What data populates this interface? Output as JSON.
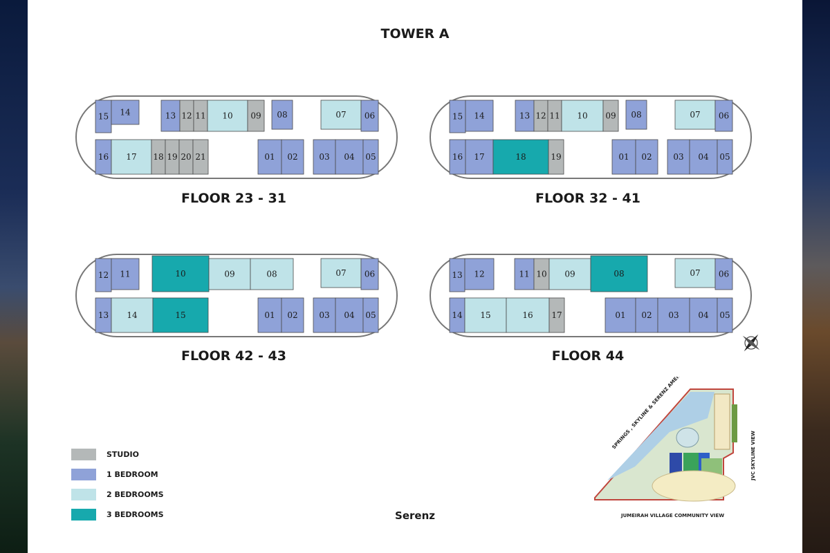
{
  "tower_title": "TOWER A",
  "colors": {
    "studio": "#b4b8b8",
    "one_bedroom": "#8fa2d8",
    "two_bedrooms": "#bfe3e8",
    "three_bedrooms": "#17a9ad"
  },
  "floors": [
    {
      "label": "FLOOR 23 - 31",
      "units": [
        {
          "n": "15",
          "t": "1br"
        },
        {
          "n": "14",
          "t": "1br"
        },
        {
          "n": "13",
          "t": "1br"
        },
        {
          "n": "12",
          "t": "studio"
        },
        {
          "n": "11",
          "t": "studio"
        },
        {
          "n": "10",
          "t": "2br"
        },
        {
          "n": "09",
          "t": "studio"
        },
        {
          "n": "08",
          "t": "1br"
        },
        {
          "n": "07",
          "t": "2br"
        },
        {
          "n": "06",
          "t": "1br"
        },
        {
          "n": "16",
          "t": "1br"
        },
        {
          "n": "17",
          "t": "2br"
        },
        {
          "n": "18",
          "t": "studio"
        },
        {
          "n": "19",
          "t": "studio"
        },
        {
          "n": "20",
          "t": "studio"
        },
        {
          "n": "21",
          "t": "studio"
        },
        {
          "n": "01",
          "t": "1br"
        },
        {
          "n": "02",
          "t": "1br"
        },
        {
          "n": "03",
          "t": "1br"
        },
        {
          "n": "04",
          "t": "1br"
        },
        {
          "n": "05",
          "t": "1br"
        }
      ]
    },
    {
      "label": "FLOOR 32 - 41",
      "units": [
        {
          "n": "15",
          "t": "1br"
        },
        {
          "n": "14",
          "t": "1br"
        },
        {
          "n": "13",
          "t": "1br"
        },
        {
          "n": "12",
          "t": "studio"
        },
        {
          "n": "11",
          "t": "studio"
        },
        {
          "n": "10",
          "t": "2br"
        },
        {
          "n": "09",
          "t": "studio"
        },
        {
          "n": "08",
          "t": "1br"
        },
        {
          "n": "07",
          "t": "2br"
        },
        {
          "n": "06",
          "t": "1br"
        },
        {
          "n": "16",
          "t": "1br"
        },
        {
          "n": "17",
          "t": "1br"
        },
        {
          "n": "18",
          "t": "3br"
        },
        {
          "n": "19",
          "t": "studio"
        },
        {
          "n": "01",
          "t": "1br"
        },
        {
          "n": "02",
          "t": "1br"
        },
        {
          "n": "03",
          "t": "1br"
        },
        {
          "n": "04",
          "t": "1br"
        },
        {
          "n": "05",
          "t": "1br"
        }
      ]
    },
    {
      "label": "FLOOR 42 - 43",
      "units": [
        {
          "n": "12",
          "t": "1br"
        },
        {
          "n": "11",
          "t": "1br"
        },
        {
          "n": "10",
          "t": "3br"
        },
        {
          "n": "09",
          "t": "2br"
        },
        {
          "n": "08",
          "t": "2br"
        },
        {
          "n": "07",
          "t": "2br"
        },
        {
          "n": "06",
          "t": "1br"
        },
        {
          "n": "13",
          "t": "1br"
        },
        {
          "n": "14",
          "t": "2br"
        },
        {
          "n": "15",
          "t": "3br"
        },
        {
          "n": "01",
          "t": "1br"
        },
        {
          "n": "02",
          "t": "1br"
        },
        {
          "n": "03",
          "t": "1br"
        },
        {
          "n": "04",
          "t": "1br"
        },
        {
          "n": "05",
          "t": "1br"
        }
      ]
    },
    {
      "label": "FLOOR 44",
      "units": [
        {
          "n": "13",
          "t": "1br"
        },
        {
          "n": "12",
          "t": "1br"
        },
        {
          "n": "11",
          "t": "1br"
        },
        {
          "n": "10",
          "t": "studio"
        },
        {
          "n": "09",
          "t": "2br"
        },
        {
          "n": "08",
          "t": "3br"
        },
        {
          "n": "07",
          "t": "2br"
        },
        {
          "n": "06",
          "t": "1br"
        },
        {
          "n": "14",
          "t": "1br"
        },
        {
          "n": "15",
          "t": "2br"
        },
        {
          "n": "16",
          "t": "2br"
        },
        {
          "n": "17",
          "t": "studio"
        },
        {
          "n": "01",
          "t": "1br"
        },
        {
          "n": "02",
          "t": "1br"
        },
        {
          "n": "03",
          "t": "1br"
        },
        {
          "n": "04",
          "t": "1br"
        },
        {
          "n": "05",
          "t": "1br"
        }
      ]
    }
  ],
  "legend": [
    {
      "label": "STUDIO",
      "t": "studio"
    },
    {
      "label": "1 BEDROOM",
      "t": "1br"
    },
    {
      "label": "2 BEDROOMS",
      "t": "2br"
    },
    {
      "label": "3 BEDROOMS",
      "t": "3br"
    }
  ],
  "brand": "Serenz",
  "site_plan": {
    "view_top": "SPRINGS , SKYLINE & SERENZ AMENITY VIEW",
    "view_right": "JVC SKYLINE VIEW",
    "view_bottom": "JUMEIRAH VILLAGE COMMUNITY VIEW"
  }
}
